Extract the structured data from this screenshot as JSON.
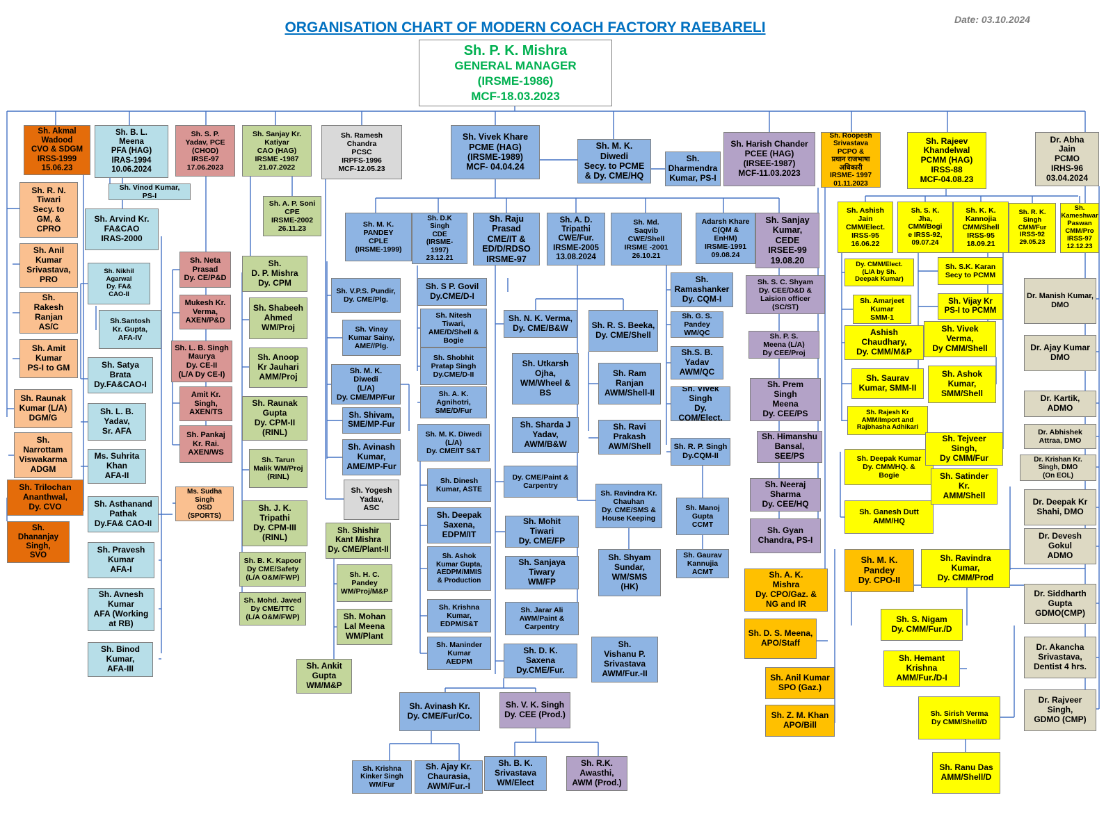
{
  "title": "ORGANISATION CHART OF MODERN COACH FACTORY RAEBARELI",
  "date": "Date: 03.10.2024",
  "colors": {
    "title": "#0070c0",
    "gm_text": "#00b050",
    "connector": "#4472c4",
    "orange": "#e46c0a",
    "peach": "#fac090",
    "light_blue": "#b7dee8",
    "pink": "#d99694",
    "green": "#c3d69b",
    "grey": "#d9d9d9",
    "blue": "#8eb4e3",
    "purple": "#b3a2c7",
    "gold": "#ffc000",
    "yellow": "#ffff00",
    "taupe": "#ddd9c3"
  },
  "gm": {
    "name": "Sh.  P. K. Mishra",
    "designation": "GENERAL MANAGER",
    "service": "(IRSME-1986)",
    "joined": "MCF-18.03.2023"
  },
  "boxes": [
    {
      "id": "cvo",
      "text": "Sh. Akmal\nWadood\nCVO  & SDGM\nIRSS-1999\n15.06.23",
      "color": "orange"
    },
    {
      "id": "secy-gm",
      "text": "Sh. R. N.\nTiwari\nSecy. to\nGM, &\nCPRO",
      "color": "peach"
    },
    {
      "id": "pro",
      "text": "Sh. Anil\nKumar\nSrivastava,\nPRO",
      "color": "peach"
    },
    {
      "id": "as-c",
      "text": "Sh.\nRakesh\nRanjan\nAS/C",
      "color": "peach"
    },
    {
      "id": "ps-gm",
      "text": "Sh. Amit\nKumar\nPS-I to GM",
      "color": "peach"
    },
    {
      "id": "dgm-g",
      "text": "Sh. Raunak\nKumar (L/A)\nDGM/G",
      "color": "peach"
    },
    {
      "id": "adgm",
      "text": "Sh.\nNarrottam\nViswakarma\nADGM",
      "color": "peach"
    },
    {
      "id": "dy-cvo",
      "text": "Sh. Trilochan\nAnanthwal,\nDy. CVO",
      "color": "orange"
    },
    {
      "id": "svo",
      "text": "Sh.\nDhananjay\nSingh,\nSVO",
      "color": "orange"
    },
    {
      "id": "pfa",
      "text": "Sh. B. L.\nMeena\nPFA (HAG)\nIRAS-1994\n10.06.2024",
      "color": "lblue"
    },
    {
      "id": "ps-pfa",
      "text": "Sh. Vinod Kumar,\nPS-I",
      "color": "lblue"
    },
    {
      "id": "fa-cao",
      "text": "Sh. Arvind Kr.\nFA&CAO\nIRAS-2000",
      "color": "lblue"
    },
    {
      "id": "dy-fa-cao-ii",
      "text": "Sh. Nikhil\nAgarwal\nDy. FA&\nCAO-II",
      "color": "lblue"
    },
    {
      "id": "afa-iv",
      "text": "Sh.Santosh\nKr. Gupta,\nAFA-IV",
      "color": "lblue"
    },
    {
      "id": "dy-fa-cao-i",
      "text": "Sh. Satya\nBrata\nDy.FA&CAO-I",
      "color": "lblue"
    },
    {
      "id": "sr-afa",
      "text": "Sh. L. B.\nYadav,\nSr. AFA",
      "color": "lblue"
    },
    {
      "id": "afa-ii",
      "text": "Ms. Suhrita\nKhan\nAFA-II",
      "color": "lblue"
    },
    {
      "id": "dy-fa-cao-ii-b",
      "text": "Sh. Asthanand\nPathak\nDy.FA& CAO-II",
      "color": "lblue"
    },
    {
      "id": "afa-i",
      "text": "Sh. Pravesh\nKumar\nAFA-I",
      "color": "lblue"
    },
    {
      "id": "afa-rb",
      "text": "Sh. Avnesh\nKumar\nAFA (Working\nat RB)",
      "color": "lblue"
    },
    {
      "id": "afa-iii",
      "text": "Sh. Binod\nKumar,\nAFA-III",
      "color": "lblue"
    },
    {
      "id": "pce",
      "text": "Sh. S. P.\nYadav, PCE\n(CHOD)\nIRSE-97\n17.06.2023",
      "color": "pink"
    },
    {
      "id": "dy-ce-pd",
      "text": "Sh. Neta\nPrasad\nDy. CE/P&D",
      "color": "pink"
    },
    {
      "id": "axen-pd",
      "text": "Mukesh Kr.\nVerma,\nAXEN/P&D",
      "color": "pink"
    },
    {
      "id": "dy-ce-ii",
      "text": "Sh. L. B. Singh\nMaurya\nDy. CE-II\n(L/A Dy CE-I)",
      "color": "pink"
    },
    {
      "id": "axen-ts",
      "text": "Amit Kr.\nSingh,\nAXEN/TS",
      "color": "pink"
    },
    {
      "id": "axen-ws",
      "text": "Sh. Pankaj\nKr. Rai.\nAXEN/WS",
      "color": "pink"
    },
    {
      "id": "osd",
      "text": "Ms. Sudha\nSingh\nOSD\n(SPORTS)",
      "color": "peach"
    },
    {
      "id": "cao",
      "text": "Sh. Sanjay Kr.\nKatiyar\nCAO (HAG)\nIRSME -1987\n21.07.2022",
      "color": "green"
    },
    {
      "id": "cpe",
      "text": "Sh. A. P. Soni\nCPE\nIRSME-2002\n26.11.23",
      "color": "green"
    },
    {
      "id": "dy-cpm",
      "text": "Sh.\nD. P. Mishra\nDy. CPM",
      "color": "green"
    },
    {
      "id": "wm-proj",
      "text": "Sh. Shabeeh\nAhmed\nWM/Proj",
      "color": "green"
    },
    {
      "id": "amm-proj",
      "text": "Sh. Anoop\nKr Jauhari\nAMM/Proj",
      "color": "green"
    },
    {
      "id": "dy-cpm-ii",
      "text": "Sh. Raunak\nGupta\nDy. CPM-II\n(RINL)",
      "color": "green"
    },
    {
      "id": "wm-proj-rinl",
      "text": "Sh. Tarun\nMalik WM/Proj\n(RINL)",
      "color": "green"
    },
    {
      "id": "dy-cpm-iii",
      "text": "Sh. J. K.\nTripathi\nDy. CPM-III\n(RINL)",
      "color": "green"
    },
    {
      "id": "dy-cme-safety",
      "text": "Sh. B. K. Kapoor\nDy CME/Safety\n(L/A O&M/FWP)",
      "color": "green"
    },
    {
      "id": "dy-cme-ttc",
      "text": "Sh. Mohd. Javed\nDy CME/TTC\n(L/A O&M/FWP)",
      "color": "green"
    },
    {
      "id": "dy-cme-plant-ii",
      "text": "Sh. Shishir\nKant Mishra\nDy. CME/Plant-II",
      "color": "green"
    },
    {
      "id": "wm-proj-mp",
      "text": "Sh. H. C.\nPandey\nWM/Proj/M&P",
      "color": "green"
    },
    {
      "id": "wm-plant",
      "text": "Sh.  Mohan\nLal Meena\nWM/Plant",
      "color": "green"
    },
    {
      "id": "wm-mp",
      "text": "Sh. Ankit\nGupta\nWM/M&P",
      "color": "green"
    },
    {
      "id": "pcsc",
      "text": "Sh.  Ramesh\nChandra\nPCSC\nIRPFS-1996\nMCF-12.05.23",
      "color": "grey"
    },
    {
      "id": "asc",
      "text": "Sh. Yogesh\nYadav,\nASC",
      "color": "grey"
    },
    {
      "id": "pcme",
      "text": "Sh. Vivek Khare\nPCME (HAG)\n(IRSME-1989)\nMCF- 04.04.24",
      "color": "blue"
    },
    {
      "id": "secy-pcme",
      "text": "Sh. M. K.\nDiwedi\nSecy. to PCME\n& Dy. CME/HQ",
      "color": "blue"
    },
    {
      "id": "ps-pcme",
      "text": "Sh.\nDharmendra\nKumar, PS-I",
      "color": "blue"
    },
    {
      "id": "cple",
      "text": "Sh. M. K.\nPANDEY\nCPLE\n(IRSME-1999)",
      "color": "blue"
    },
    {
      "id": "cde",
      "text": "Sh. D.K\nSingh\nCDE\n(IRSME-\n1997)\n23.12.21",
      "color": "blue"
    },
    {
      "id": "cme-it",
      "text": "Sh.  Raju\nPrasad\nCME/IT &\nED/D/RDSO\nIRSME-97",
      "color": "blue"
    },
    {
      "id": "cwe-fur",
      "text": "Sh. A. D.\nTripathi\nCWE/Fur.\nIRSME-2005\n13.08.2024",
      "color": "blue"
    },
    {
      "id": "cwe-shell",
      "text": "Sh. Md.\nSaqvib\nCWE/Shell\nIRSME -2001\n26.10.21",
      "color": "blue"
    },
    {
      "id": "cqm",
      "text": "Adarsh Khare\nC(QM &\nEnHM)\nIRSME-1991\n09.08.24",
      "color": "blue"
    },
    {
      "id": "dy-cme-plg",
      "text": "Sh. V.P.S. Pundir,\nDy. CME/Plg.",
      "color": "blue"
    },
    {
      "id": "ame-plg",
      "text": "Sh. Vinay\nKumar Sainy,\nAME//Plg.",
      "color": "blue"
    },
    {
      "id": "dy-cme-mp-fur",
      "text": "Sh. M. K.\nDiwedi\n(L/A)\nDy. CME/MP/Fur",
      "color": "blue"
    },
    {
      "id": "sme-mp-fur",
      "text": "Sh. Shivam,\nSME/MP-Fur",
      "color": "blue"
    },
    {
      "id": "ame-mp-fur",
      "text": "Sh. Avinash\nKumar,\nAME/MP-Fur",
      "color": "blue"
    },
    {
      "id": "dy-cme-d-i",
      "text": "Sh. S P. Govil\nDy.CME/D-I",
      "color": "blue"
    },
    {
      "id": "ame-d-shell",
      "text": "Sh.  Nitesh\nTiwari,\nAME/D/Shell &\nBogie",
      "color": "blue"
    },
    {
      "id": "dy-cme-d-ii",
      "text": "Sh.  Shobhit\nPratap Singh\nDy.CME/D-II",
      "color": "blue"
    },
    {
      "id": "sme-d-fur",
      "text": "Sh. A. K.\nAgnihotri,\nSME/D/Fur",
      "color": "blue"
    },
    {
      "id": "dy-cme-it",
      "text": "Sh. M. K. Diwedi\n(L/A)\nDy. CME/IT  S&T",
      "color": "blue"
    },
    {
      "id": "aste",
      "text": "Sh. Dinesh\nKumar, ASTE",
      "color": "blue"
    },
    {
      "id": "edpm-it",
      "text": "Sh. Deepak\nSaxena,\nEDPM/IT",
      "color": "blue"
    },
    {
      "id": "aedpm-mmis",
      "text": "Sh. Ashok\nKumar Gupta,\nAEDPM/MMIS\n& Production",
      "color": "blue"
    },
    {
      "id": "edpm-st",
      "text": "Sh. Krishna\nKumar,\nEDPM/S&T",
      "color": "blue"
    },
    {
      "id": "aedpm",
      "text": "Sh. Maninder\nKumar\nAEDPM",
      "color": "blue"
    },
    {
      "id": "dy-cme-bw",
      "text": "Sh. N. K. Verma,\nDy. CME/B&W",
      "color": "blue"
    },
    {
      "id": "wm-wheel",
      "text": "Sh. Utkarsh\nOjha,\nWM/Wheel &\nBS",
      "color": "blue"
    },
    {
      "id": "awm-bw",
      "text": "Sh. Sharda J\nYadav,\nAWM/B&W",
      "color": "blue"
    },
    {
      "id": "dy-cme-paint",
      "text": "Dy. CME/Paint &\nCarpentry",
      "color": "blue"
    },
    {
      "id": "dy-cme-fp",
      "text": "Sh.  Mohit\nTiwari\nDy. CME/FP",
      "color": "blue"
    },
    {
      "id": "wm-fp",
      "text": "Sh. Sanjaya\nTiwary\nWM/FP",
      "color": "blue"
    },
    {
      "id": "awm-paint",
      "text": "Sh. Jarar Ali\nAWM/Paint &\nCarpentry",
      "color": "blue"
    },
    {
      "id": "dy-cme-fur",
      "text": "Sh.  D. K.\nSaxena\nDy.CME/Fur.",
      "color": "blue"
    },
    {
      "id": "awm-fur-ii",
      "text": "Sh.\nVishanu P.\nSrivastava\nAWM/Fur.-II",
      "color": "blue"
    },
    {
      "id": "dy-cme-fur-co",
      "text": "Sh. Avinash Kr.\nDy. CME/Fur/Co.",
      "color": "blue"
    },
    {
      "id": "wm-fur",
      "text": "Sh. Krishna\nKinker Singh\nWM/Fur",
      "color": "blue"
    },
    {
      "id": "awm-fur-i",
      "text": "Sh. Ajay Kr.\nChaurasia,\nAWM/Fur.-I",
      "color": "blue"
    },
    {
      "id": "dy-cme-shell",
      "text": "Sh. R. S. Beeka,\nDy. CME/Shell",
      "color": "blue"
    },
    {
      "id": "awm-shell-ii",
      "text": "Sh. Ram\nRanjan\nAWM/Shell-II",
      "color": "blue"
    },
    {
      "id": "awm-shell",
      "text": "Sh. Ravi\nPrakash\nAWM/Shell",
      "color": "blue"
    },
    {
      "id": "dy-cme-sms",
      "text": "Sh. Ravindra Kr.\nChauhan\nDy. CME/SMS &\nHouse Keeping",
      "color": "blue"
    },
    {
      "id": "wm-sms",
      "text": "Sh. Shyam\nSundar,\nWM/SMS\n(HK)",
      "color": "blue"
    },
    {
      "id": "dy-cqm-i",
      "text": "Sh.\nRamashanker\nDy. CQM-I",
      "color": "blue"
    },
    {
      "id": "wm-qc",
      "text": "Sh. G. S.\nPandey\nWM/QC",
      "color": "blue"
    },
    {
      "id": "awm-qc",
      "text": "Sh.S. B.\nYadav\nAWM/QC",
      "color": "blue"
    },
    {
      "id": "dy-cqm-elect",
      "text": "Sh. Vivek\nSingh\nDy. CQM/Elect.",
      "color": "blue"
    },
    {
      "id": "dy-cqm-ii",
      "text": "Sh. R. P. Singh\nDy.CQM-II",
      "color": "blue"
    },
    {
      "id": "ccmt",
      "text": "Sh. Manoj\nGupta\nCCMT",
      "color": "blue"
    },
    {
      "id": "acmt",
      "text": "Sh.  Gaurav\nKannujia\nACMT",
      "color": "blue"
    },
    {
      "id": "v-k-singh",
      "text": "Sh. V. K. Singh\nDy. CEE (Prod.)",
      "color": "purple"
    },
    {
      "id": "wm-elect",
      "text": "Sh. B. K.\nSrivastava\nWM/Elect",
      "color": "blue"
    },
    {
      "id": "awm-prod",
      "text": "Sh. R.K.\nAwasthi,\nAWM (Prod.)",
      "color": "purple"
    },
    {
      "id": "pcee",
      "text": "Sh.  Harish Chander\nPCEE (HAG)\n(IRSEE-1987)\nMCF-11.03.2023",
      "color": "purple"
    },
    {
      "id": "cede",
      "text": "Sh. Sanjay\nKumar,\nCEDE\nIRSEE-99\n19.08.20",
      "color": "purple"
    },
    {
      "id": "dy-cee-dd",
      "text": "Sh. S. C. Shyam\nDy. CEE/D&D &\nLaision officer\n(SC/ST)",
      "color": "purple"
    },
    {
      "id": "dy-cee-proj",
      "text": "Sh. P. S.\nMeena  (L/A)\nDy CEE/Proj",
      "color": "purple"
    },
    {
      "id": "dy-cee-ps",
      "text": "Sh. Prem\nSingh\nMeena\nDy. CEE/PS",
      "color": "purple"
    },
    {
      "id": "see-ps",
      "text": "Sh. Himanshu\nBansal,\nSEE/PS",
      "color": "purple"
    },
    {
      "id": "dy-cee-hq",
      "text": "Sh. Neeraj\nSharma\nDy. CEE/HQ",
      "color": "purple"
    },
    {
      "id": "ps-pcee",
      "text": "Sh. Gyan\nChandra, PS-I",
      "color": "purple"
    },
    {
      "id": "pcpo",
      "text": "Sh. Roopesh\nSrivastava\nPCPO  &\nप्रधान राजभाषा अधिकारी\nIRSME- 1997\n01.11.2023",
      "color": "gold"
    },
    {
      "id": "dy-cpo-gaz",
      "text": "Sh.  A. K.\nMishra\nDy. CPO/Gaz. &\nNG and IR",
      "color": "gold"
    },
    {
      "id": "apo-staff",
      "text": "Sh. D. S. Meena,\nAPO/Staff",
      "color": "gold"
    },
    {
      "id": "spo-gaz",
      "text": "Sh. Anil Kumar\nSPO (Gaz.)",
      "color": "gold"
    },
    {
      "id": "apo-bill",
      "text": "Sh. Z. M. Khan\nAPO/Bill",
      "color": "gold"
    },
    {
      "id": "dy-cpo-ii",
      "text": "Sh.  M. K.\nPandey\nDy. CPO-II",
      "color": "gold"
    },
    {
      "id": "pcmm",
      "text": "Sh. Rajeev\nKhandelwal\nPCMM (HAG)\nIRSS-88\nMCF-04.08.23",
      "color": "yellow"
    },
    {
      "id": "cmm-elect",
      "text": "Sh. Ashish\nJain\nCMM/Elect.\nIRSS-95\n16.06.22",
      "color": "yellow"
    },
    {
      "id": "cmm-bogie",
      "text": "Sh. S. K.\nJha,\nCMM/Bogi\ne IRSS-92,\n09.07.24",
      "color": "yellow"
    },
    {
      "id": "cmm-shell",
      "text": "Sh. K. K.\nKannojia\nCMM/Shell\nIRSS-95\n18.09.21",
      "color": "yellow"
    },
    {
      "id": "cmm-fur",
      "text": "Sh. R. K.\nSingh\nCMM/Fur\nIRSS-92\n29.05.23",
      "color": "yellow"
    },
    {
      "id": "cmm-pro",
      "text": "Sh.\nKameshwar\nPaswan\nCMM/Pro\nIRSS-97\n12.12.23",
      "color": "yellow"
    },
    {
      "id": "dy-cmm-elect",
      "text": "Dy. CMM/Elect.\n(L/A by Sh.\nDeepak Kumar)",
      "color": "yellow"
    },
    {
      "id": "smm-1",
      "text": "Sh. Amarjeet\nKumar\nSMM-1",
      "color": "yellow"
    },
    {
      "id": "dy-cmm-mp",
      "text": "Ashish\nChaudhary,\nDy. CMM/M&P",
      "color": "yellow"
    },
    {
      "id": "smm-ii",
      "text": "Sh. Saurav\nKumar, SMM-II",
      "color": "yellow"
    },
    {
      "id": "amm-import",
      "text": "Sh. Rajesh Kr\nAMM/Import and\nRajbhasha Adhikari",
      "color": "yellow"
    },
    {
      "id": "dy-cmm-hq",
      "text": "Sh. Deepak Kumar\nDy. CMM/HQ. &\nBogie",
      "color": "yellow"
    },
    {
      "id": "amm-hq",
      "text": "Sh. Ganesh Dutt\nAMM/HQ",
      "color": "yellow"
    },
    {
      "id": "secy-pcmm",
      "text": "Sh. S.K. Karan\nSecy to PCMM",
      "color": "yellow"
    },
    {
      "id": "ps-pcmm",
      "text": "Sh. Vijay Kr\nPS-I to PCMM",
      "color": "yellow"
    },
    {
      "id": "dy-cmm-shell",
      "text": "Sh. Vivek\nVerma,\nDy CMM/Shell",
      "color": "yellow"
    },
    {
      "id": "smm-shell",
      "text": "Sh. Ashok\nKumar,\nSMM/Shell",
      "color": "yellow"
    },
    {
      "id": "dy-cmm-fur",
      "text": "Sh. Tejveer\nSingh,\nDy CMM/Fur",
      "color": "yellow"
    },
    {
      "id": "amm-shell",
      "text": "Sh. Satinder\nKr.\nAMM/Shell",
      "color": "yellow"
    },
    {
      "id": "dy-cmm-prod",
      "text": "Sh. Ravindra\nKumar,\nDy. CMM/Prod",
      "color": "yellow"
    },
    {
      "id": "dy-cmm-fur-d",
      "text": "Sh. S. Nigam\nDy. CMM/Fur./D",
      "color": "yellow"
    },
    {
      "id": "amm-fur-d-i",
      "text": "Sh. Hemant\nKrishna\nAMM/Fur./D-I",
      "color": "yellow"
    },
    {
      "id": "dy-cmm-shell-d",
      "text": "Sh. Sirish Verma\nDy CMM/Shell/D",
      "color": "yellow"
    },
    {
      "id": "amm-shell-d",
      "text": "Sh. Ranu Das\nAMM/Shell/D",
      "color": "yellow"
    },
    {
      "id": "pcmo",
      "text": "Dr.  Abha\nJain\nPCMO\nIRHS-96\n03.04.2024",
      "color": "taupe"
    },
    {
      "id": "dmo-1",
      "text": "Dr. Manish Kumar,\nDMO",
      "color": "taupe"
    },
    {
      "id": "dmo-2",
      "text": "Dr. Ajay Kumar\nDMO",
      "color": "taupe"
    },
    {
      "id": "admo-1",
      "text": "Dr.  Kartik,\nADMO",
      "color": "taupe"
    },
    {
      "id": "dmo-3",
      "text": "Dr. Abhishek\nAttraa, DMO",
      "color": "taupe"
    },
    {
      "id": "dmo-4",
      "text": "Dr. Krishan Kr.\nSingh, DMO\n(On EOL)",
      "color": "taupe"
    },
    {
      "id": "dmo-5",
      "text": "Dr. Deepak Kr\nShahi, DMO",
      "color": "taupe"
    },
    {
      "id": "admo-2",
      "text": "Dr. Devesh\nGokul\nADMO",
      "color": "taupe"
    },
    {
      "id": "gdmo-1",
      "text": "Dr. Siddharth\nGupta\nGDMO(CMP)",
      "color": "taupe"
    },
    {
      "id": "dentist",
      "text": "Dr. Akancha\nSrivastava,\nDentist 4 hrs.",
      "color": "taupe"
    },
    {
      "id": "gdmo-2",
      "text": "Dr. Rajveer\nSingh,\nGDMO (CMP)",
      "color": "taupe"
    }
  ]
}
